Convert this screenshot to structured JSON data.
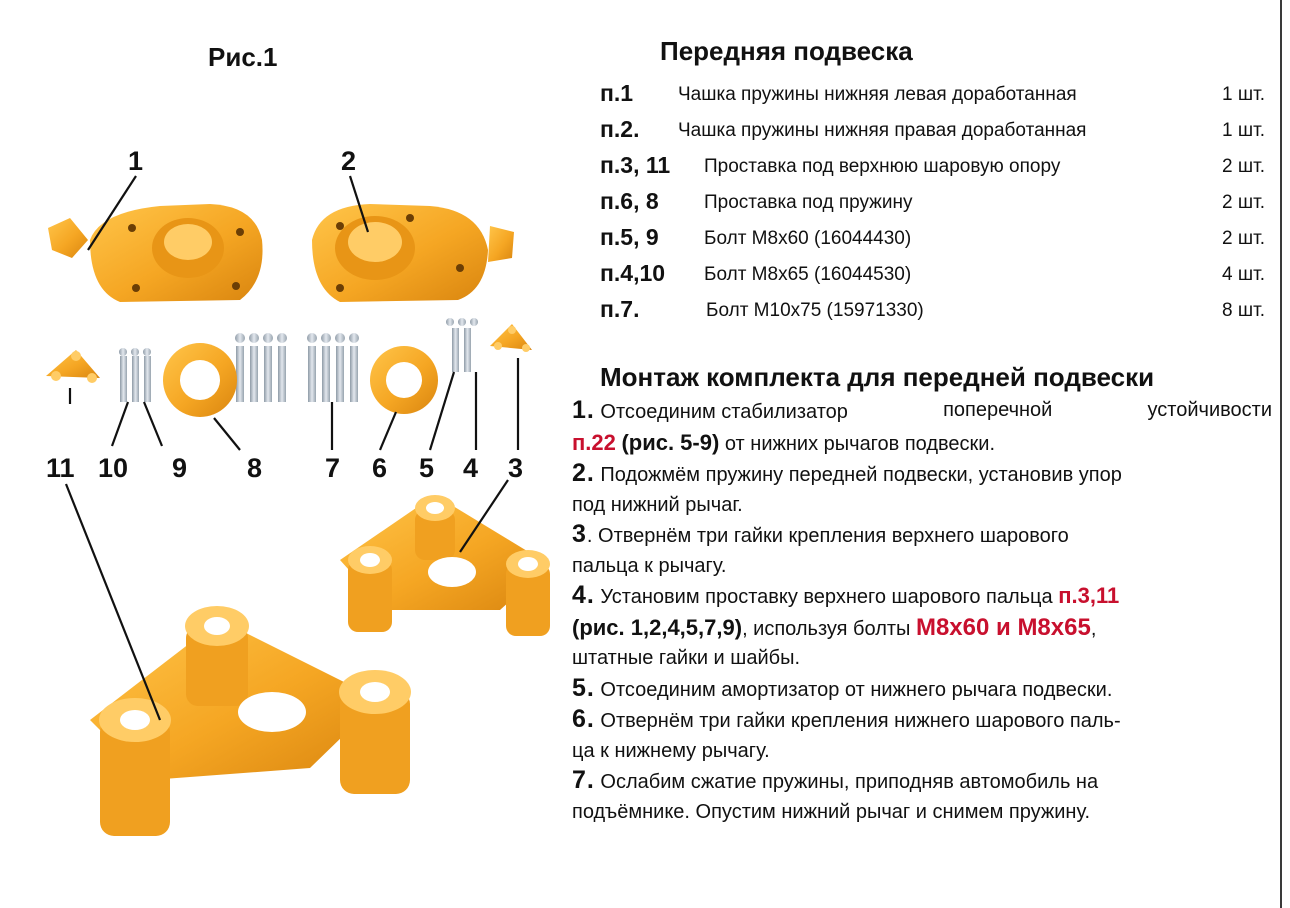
{
  "figure": {
    "title": "Рис.1",
    "callouts": [
      "1",
      "2",
      "11",
      "10",
      "9",
      "8",
      "7",
      "6",
      "5",
      "4",
      "3"
    ]
  },
  "parts": {
    "title": "Передняя подвеска",
    "rows": [
      {
        "ref": "п.1",
        "name": "Чашка пружины нижняя левая доработанная",
        "qty": "1 шт."
      },
      {
        "ref": "п.2.",
        "name": "Чашка пружины нижняя правая доработанная",
        "qty": "1 шт."
      },
      {
        "ref": "п.3, 11",
        "name": "Проставка под верхнюю шаровую опору",
        "qty": "2 шт."
      },
      {
        "ref": "п.6, 8",
        "name": "Проставка под пружину",
        "qty": "2 шт."
      },
      {
        "ref": "п.5, 9",
        "name": "Болт М8х60 (16044430)",
        "qty": "2 шт."
      },
      {
        "ref": "п.4,10",
        "name": "Болт М8х65 (16044530)",
        "qty": "4 шт."
      },
      {
        "ref": "п.7.",
        "name": "Болт М10х75 (15971330)",
        "qty": "8 шт."
      }
    ]
  },
  "assembly": {
    "title": "Монтаж комплекта для передней подвески",
    "step1": {
      "num": "1.",
      "w1": "Отсоединим стабилизатор",
      "w2": "поперечной",
      "w3": "устойчивости",
      "ref": "п.22",
      "fig": "(рис. 5-9)",
      "tail": "от нижних рычагов подвески."
    },
    "step2": {
      "num": "2.",
      "text": "Подожмём пружину передней подвески, установив упор",
      "text2": "под нижний рычаг."
    },
    "step3": {
      "num": "3",
      "text": ". Отвернём три гайки крепления верхнего шарового",
      "text2": "пальца к рычагу."
    },
    "step4": {
      "num": "4.",
      "text": "Установим проставку верхнего шарового пальца",
      "ref": "п.3,11",
      "fig": "(рис. 1,2,4,5,7,9)",
      "mid": ", используя болты",
      "bolts": "М8х60 и М8х65",
      "comma": ",",
      "text2": "штатные гайки и шайбы."
    },
    "step5": {
      "num": "5.",
      "text": "Отсоединим амортизатор от нижнего рычага подвески."
    },
    "step6": {
      "num": "6.",
      "text": "Отвернём три гайки крепления нижнего шарового паль-",
      "text2": "ца к нижнему рычагу."
    },
    "step7": {
      "num": "7.",
      "text": "Ослабим сжатие пружины, приподняв автомобиль на",
      "text2": "подъёмнике. Опустим нижний рычаг и снимем пружину."
    }
  },
  "colors": {
    "part_orange": "#f5a623",
    "accent_red": "#c8102e"
  }
}
